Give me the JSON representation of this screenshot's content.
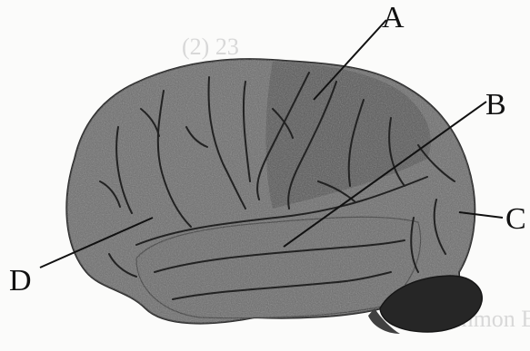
{
  "diagram": {
    "labels": {
      "A": "A",
      "B": "B",
      "C": "C",
      "D": "D"
    },
    "background_text": {
      "top": "(2) 23",
      "bottom_right": "Common E"
    }
  }
}
